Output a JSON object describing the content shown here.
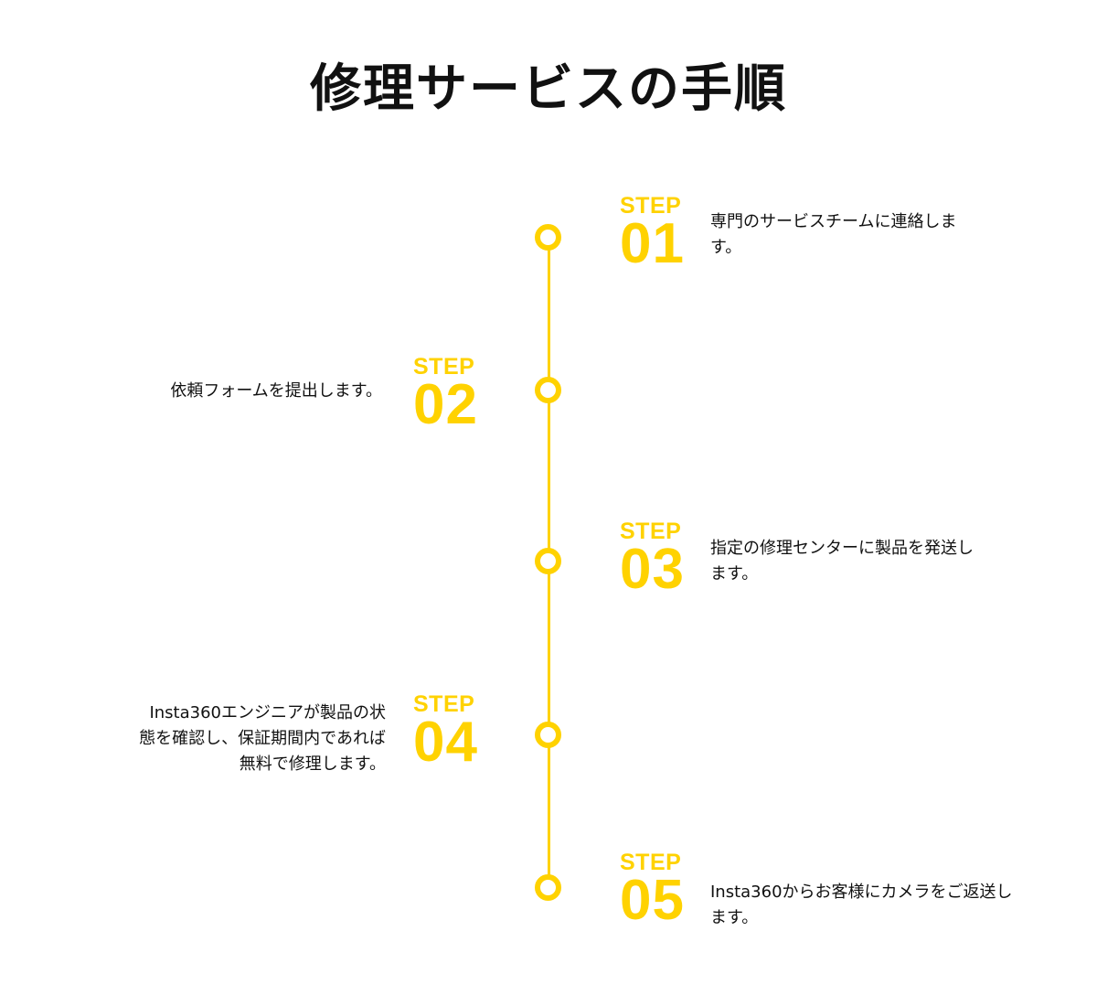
{
  "title": "修理サービスの手順",
  "colors": {
    "accent": "#FFD200",
    "text": "#111111",
    "background": "#ffffff"
  },
  "steps": [
    {
      "label": "STEP",
      "number": "01",
      "text": "専門のサービスチームに連絡します。",
      "side": "right"
    },
    {
      "label": "STEP",
      "number": "02",
      "text": "依頼フォームを提出します。",
      "side": "left"
    },
    {
      "label": "STEP",
      "number": "03",
      "text": "指定の修理センターに製品を発送します。",
      "side": "right"
    },
    {
      "label": "STEP",
      "number": "04",
      "text": "Insta360エンジニアが製品の状態を確認し、保証期間内であれば無料で修理します。",
      "side": "left"
    },
    {
      "label": "STEP",
      "number": "05",
      "text": "Insta360からお客様にカメラをご返送します。",
      "side": "right"
    }
  ]
}
